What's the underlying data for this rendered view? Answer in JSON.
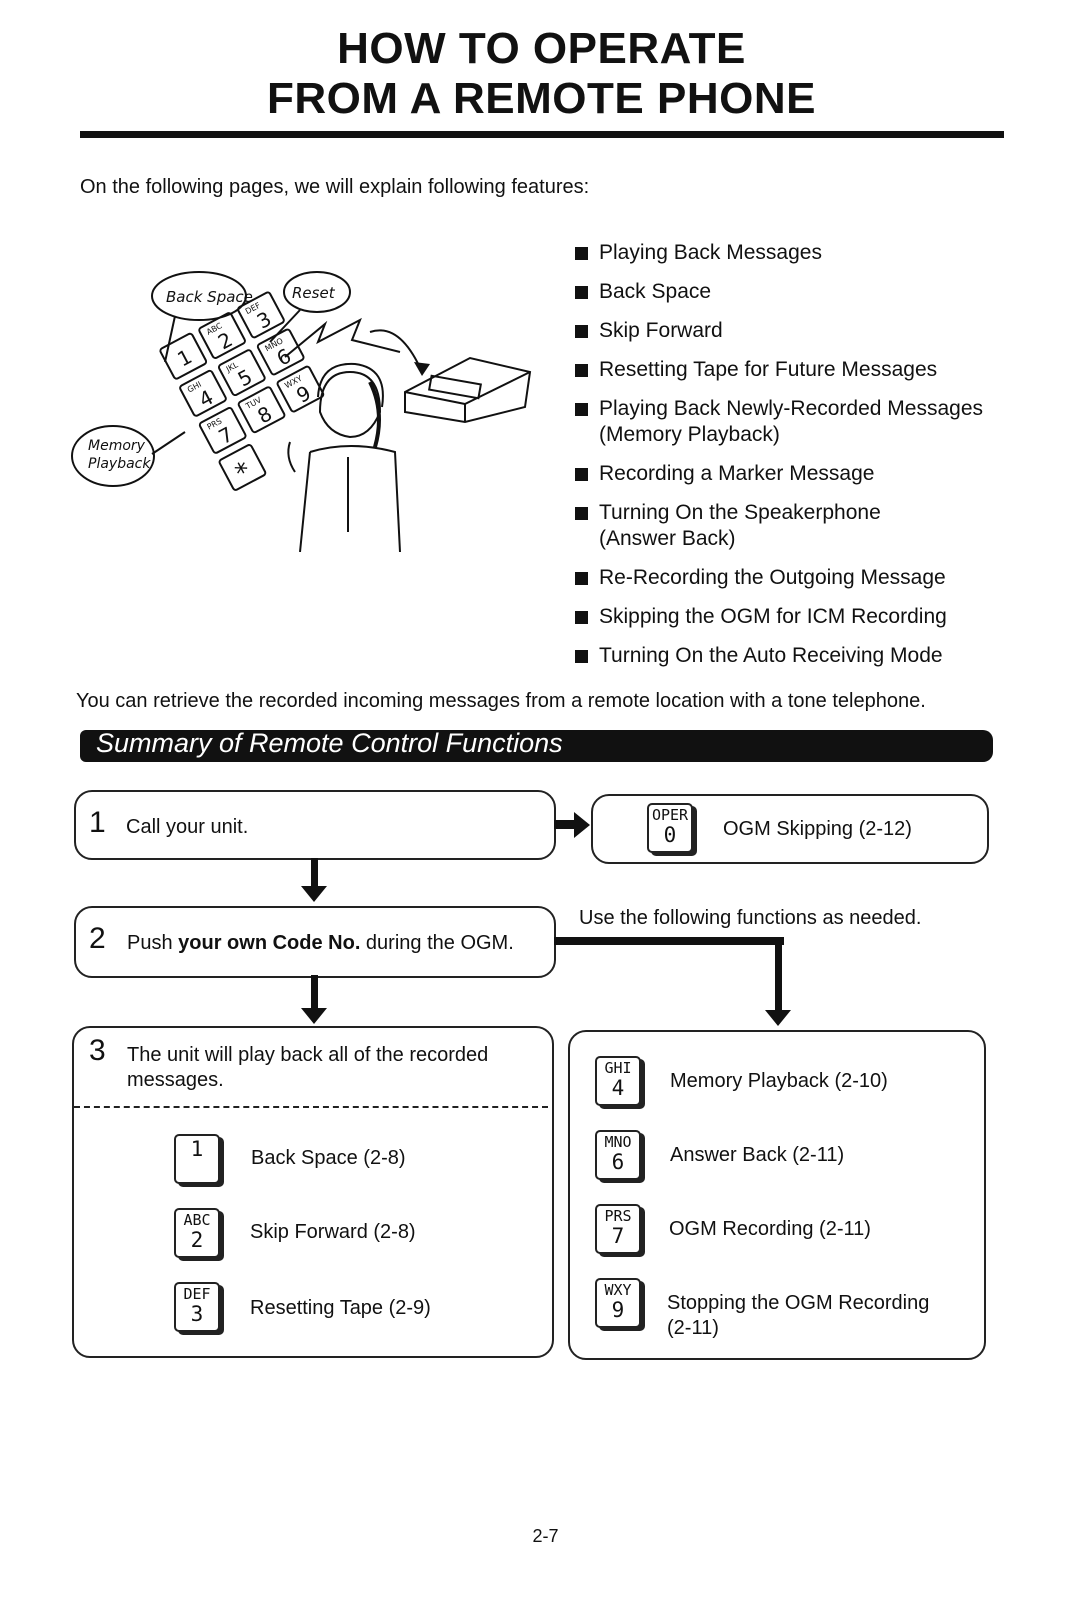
{
  "title_line1": "HOW TO OPERATE",
  "title_line2": "FROM A REMOTE PHONE",
  "intro": "On the following pages, we will explain following features:",
  "features": [
    "Playing Back Messages",
    "Back Space",
    "Skip Forward",
    "Resetting Tape for Future Messages",
    "Playing Back Newly-Recorded Messages",
    "(Memory Playback)",
    "Recording a Marker Message",
    "Turning On the Speakerphone",
    "(Answer Back)",
    "Re-Recording the Outgoing Message",
    "Skipping the OGM for ICM Recording",
    "Turning On  the Auto Receiving Mode"
  ],
  "illustration": {
    "bubble_backspace": "Back Space",
    "bubble_reset": "Reset",
    "bubble_memory": "Memory",
    "bubble_playback": "Playback",
    "key_labels": [
      "1",
      "ABC",
      "2",
      "DEF",
      "3",
      "GHI",
      "4",
      "JKL",
      "5",
      "MNO",
      "6",
      "PRS",
      "7",
      "TUV",
      "8",
      "WXY",
      "9",
      "*"
    ]
  },
  "retrieve": "You can retrieve the recorded incoming messages from a remote location with a tone telephone.",
  "banner": "Summary of Remote Control Functions",
  "step1": {
    "num": "1",
    "text": "Call your unit."
  },
  "step2": {
    "num": "2",
    "pre": "Push ",
    "bold": "your own Code No.",
    "post": " during the OGM."
  },
  "step3": {
    "num": "3",
    "line1": "The unit will play back all of the recorded",
    "line2": "messages."
  },
  "ogm_skip": {
    "key_letters": "OPER",
    "key_digit": "0",
    "label": "OGM Skipping (2-12)"
  },
  "use_following": "Use the following functions as needed.",
  "left_functions": [
    {
      "letters": "",
      "digit": "1",
      "label": "Back Space (2-8)"
    },
    {
      "letters": "ABC",
      "digit": "2",
      "label": "Skip Forward (2-8)"
    },
    {
      "letters": "DEF",
      "digit": "3",
      "label": "Resetting Tape (2-9)"
    }
  ],
  "right_functions": [
    {
      "letters": "GHI",
      "digit": "4",
      "label": "Memory Playback (2-10)",
      "label2": ""
    },
    {
      "letters": "MNO",
      "digit": "6",
      "label": "Answer Back (2-11)",
      "label2": ""
    },
    {
      "letters": "PRS",
      "digit": "7",
      "label": "OGM Recording (2-11)",
      "label2": ""
    },
    {
      "letters": "WXY",
      "digit": "9",
      "label": "Stopping the OGM Recording",
      "label2": "(2-11)"
    }
  ],
  "page_number": "2-7"
}
